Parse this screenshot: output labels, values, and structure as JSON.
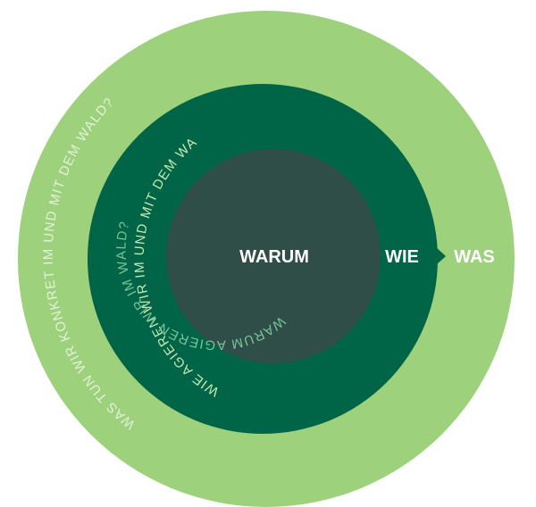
{
  "rings": {
    "outer": {
      "label": "WAS",
      "question": "WAS TUN WIR KONKRET IM UND MIT DEM WALD?"
    },
    "middle": {
      "label": "WIE",
      "question": "WIE AGIEREN WIR IM UND MIT DEM WALD?"
    },
    "inner": {
      "label": "WARUM",
      "question": "WARUM AGIEREN WIR IM WALD?"
    }
  },
  "colors": {
    "outer_ring": "#9dd17c",
    "middle_ring": "#006446",
    "inner_circle": "#2f4e48",
    "background": "#ffffff",
    "label_text": "#ffffff"
  }
}
